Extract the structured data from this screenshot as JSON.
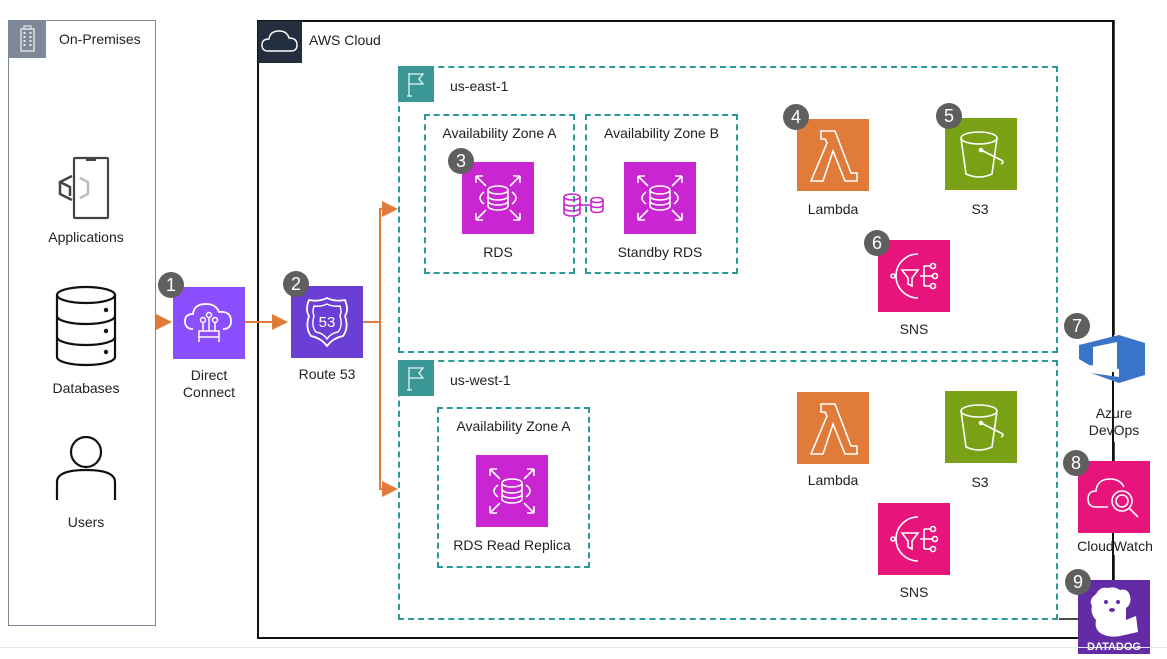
{
  "groups": {
    "on_premises": {
      "title": "On-Premises",
      "icon": "building-icon"
    },
    "aws_cloud": {
      "title": "AWS Cloud",
      "icon": "cloud-icon"
    },
    "us_east_1": {
      "title": "us-east-1",
      "icon": "flag-icon"
    },
    "us_west_1": {
      "title": "us-west-1",
      "icon": "flag-icon"
    },
    "east_az_a": {
      "title": "Availability Zone A"
    },
    "east_az_b": {
      "title": "Availability Zone B"
    },
    "west_az_a": {
      "title": "Availability Zone A"
    }
  },
  "on_prem_items": [
    {
      "label": "Applications",
      "icon": "applications-icon"
    },
    {
      "label": "Databases",
      "icon": "database-icon"
    },
    {
      "label": "Users",
      "icon": "user-icon"
    }
  ],
  "services": {
    "direct_connect": {
      "label_line1": "Direct",
      "label_line2": "Connect",
      "badge": "1",
      "color": "#8c4fff"
    },
    "route53": {
      "label": "Route 53",
      "badge": "2",
      "color": "#6b3fd6"
    },
    "rds": {
      "label": "RDS",
      "badge": "3",
      "color": "#c925d1"
    },
    "standby_rds": {
      "label": "Standby RDS",
      "color": "#c925d1"
    },
    "lambda_east": {
      "label": "Lambda",
      "badge": "4",
      "color": "#e07b39"
    },
    "s3_east": {
      "label": "S3",
      "badge": "5",
      "color": "#7aa116"
    },
    "sns_east": {
      "label": "SNS",
      "badge": "6",
      "color": "#e7157b"
    },
    "rds_read_replica": {
      "label": "RDS Read Replica",
      "color": "#c925d1"
    },
    "lambda_west": {
      "label": "Lambda",
      "color": "#e07b39"
    },
    "s3_west": {
      "label": "S3",
      "color": "#7aa116"
    },
    "sns_west": {
      "label": "SNS",
      "color": "#e7157b"
    },
    "azure_devops": {
      "label_line1": "Azure",
      "label_line2": "DevOps",
      "badge": "7",
      "color": "#2f6fce"
    },
    "cloudwatch": {
      "label": "CloudWatch",
      "badge": "8",
      "color": "#e7157b"
    },
    "datadog": {
      "label": "DATADOG",
      "badge": "9",
      "color": "#632ca6"
    }
  },
  "colors": {
    "arrow": "#e07b39",
    "region_border": "#2a9a98",
    "aws_header": "#232f3e",
    "onprem_header": "#7d8998"
  }
}
